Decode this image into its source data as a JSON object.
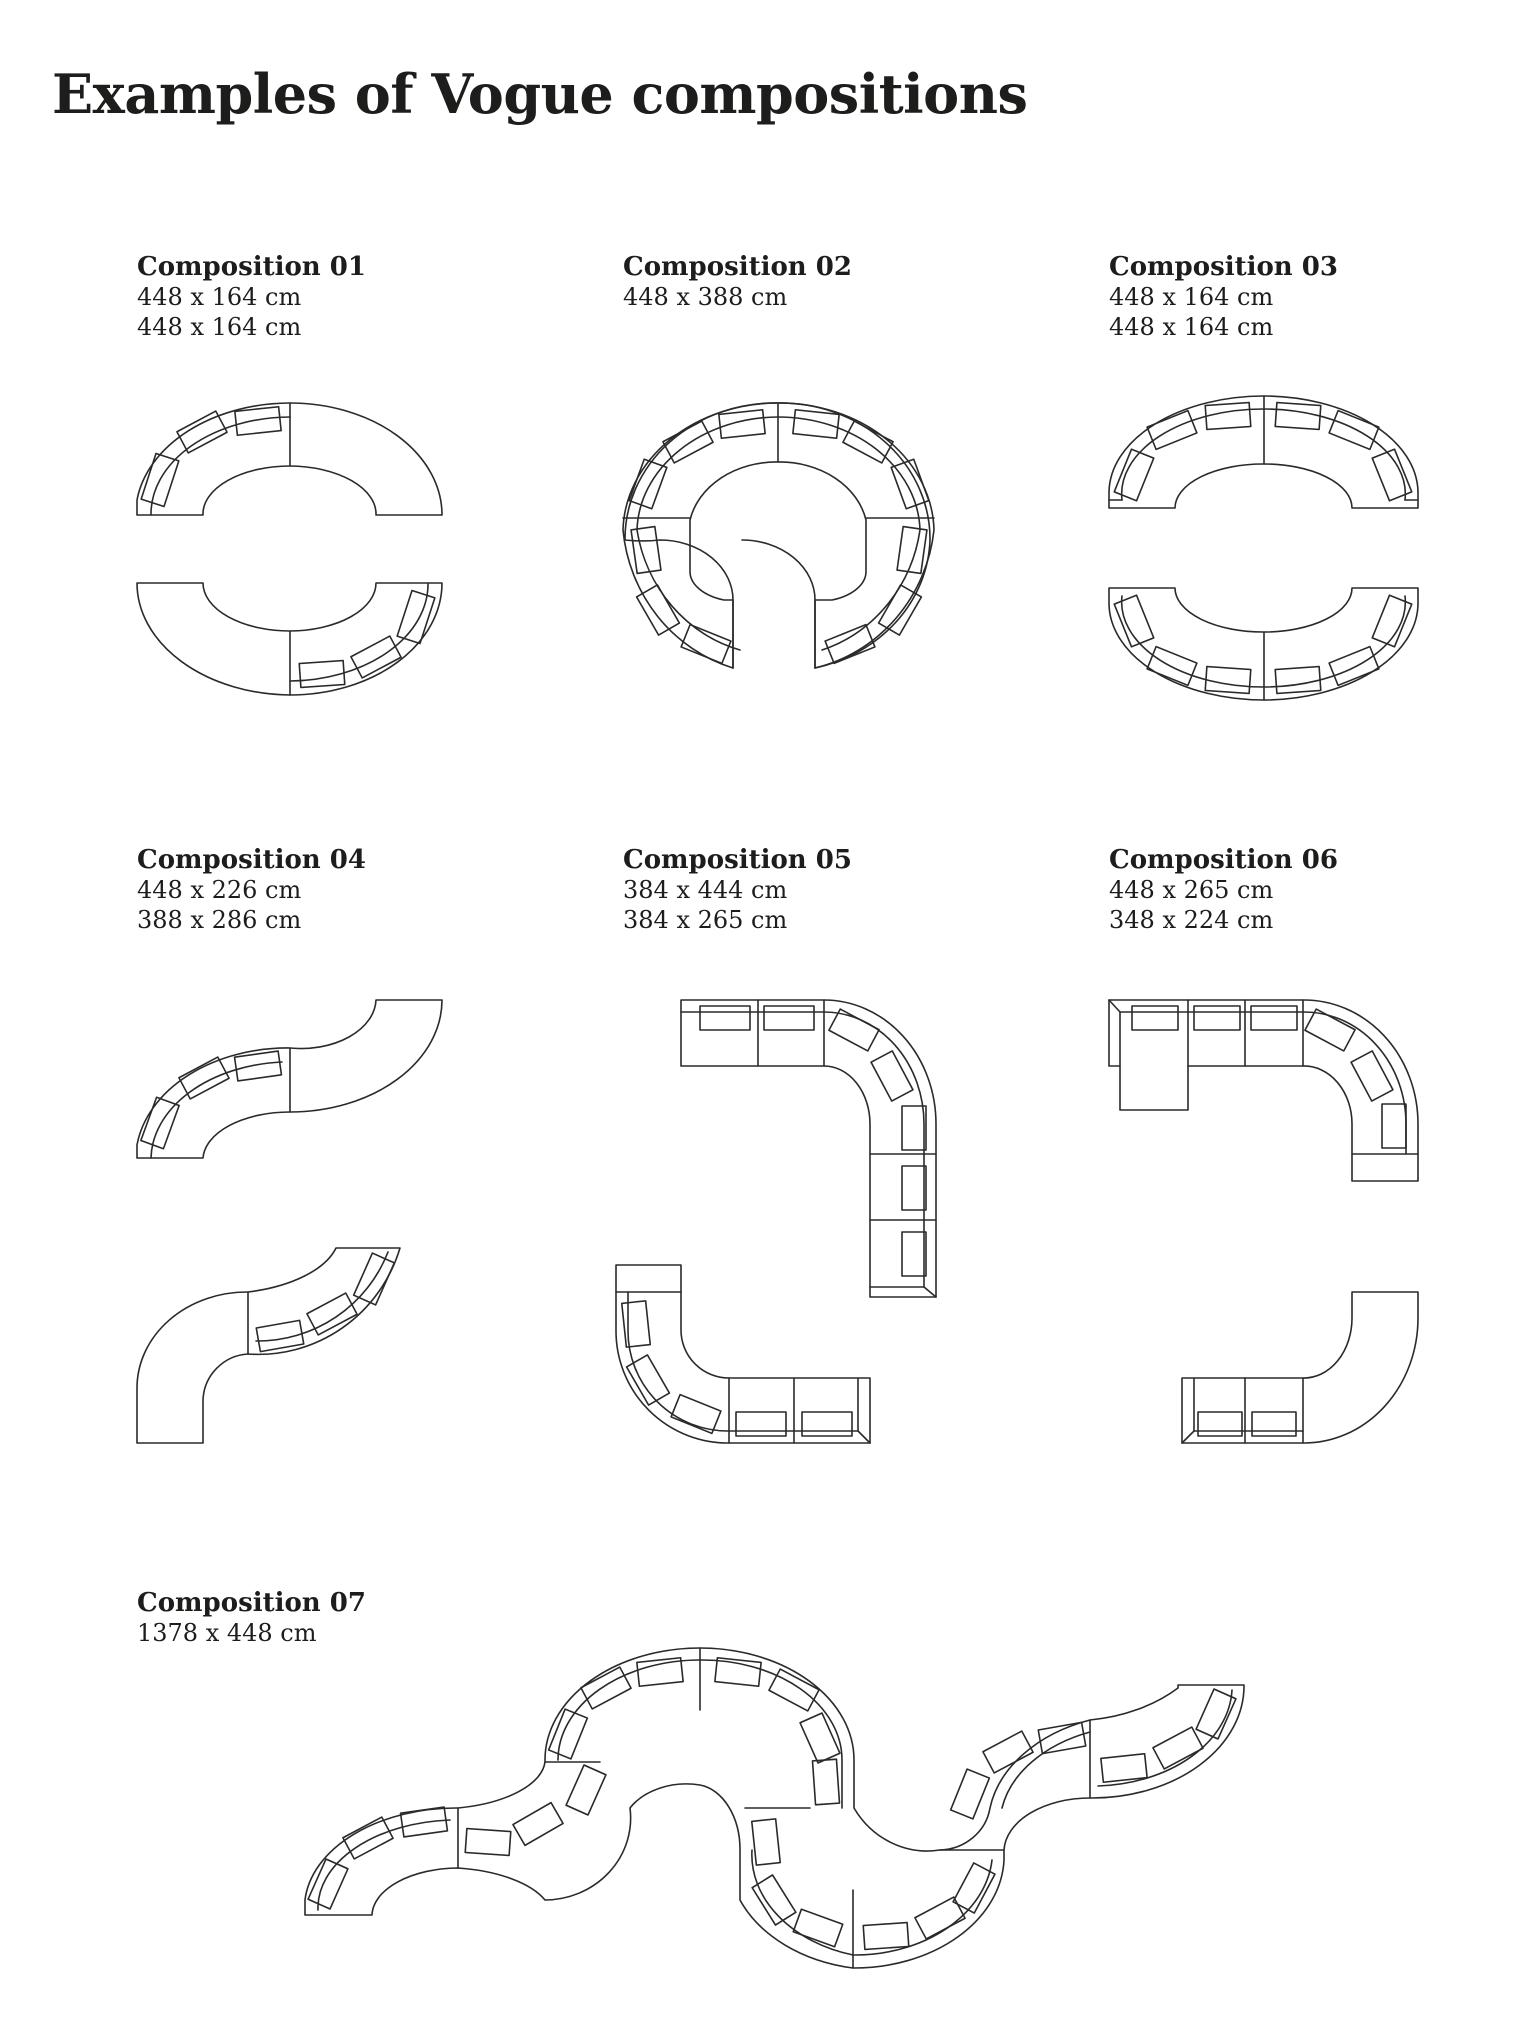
{
  "page_title": "Examples of Vogue compositions",
  "compositions": [
    {
      "name": "Composition 01",
      "dims": [
        "448 x 164 cm",
        "448 x 164 cm"
      ]
    },
    {
      "name": "Composition 02",
      "dims": [
        "448 x 388 cm"
      ]
    },
    {
      "name": "Composition 03",
      "dims": [
        "448 x 164 cm",
        "448 x 164 cm"
      ]
    },
    {
      "name": "Composition 04",
      "dims": [
        "448 x 226 cm",
        "388 x 286 cm"
      ]
    },
    {
      "name": "Composition 05",
      "dims": [
        "384 x 444 cm",
        "384 x 265 cm"
      ]
    },
    {
      "name": "Composition 06",
      "dims": [
        "448 x 265 cm",
        "348 x 224 cm"
      ]
    },
    {
      "name": "Composition 07",
      "dims": [
        "1378 x 448 cm"
      ]
    }
  ]
}
